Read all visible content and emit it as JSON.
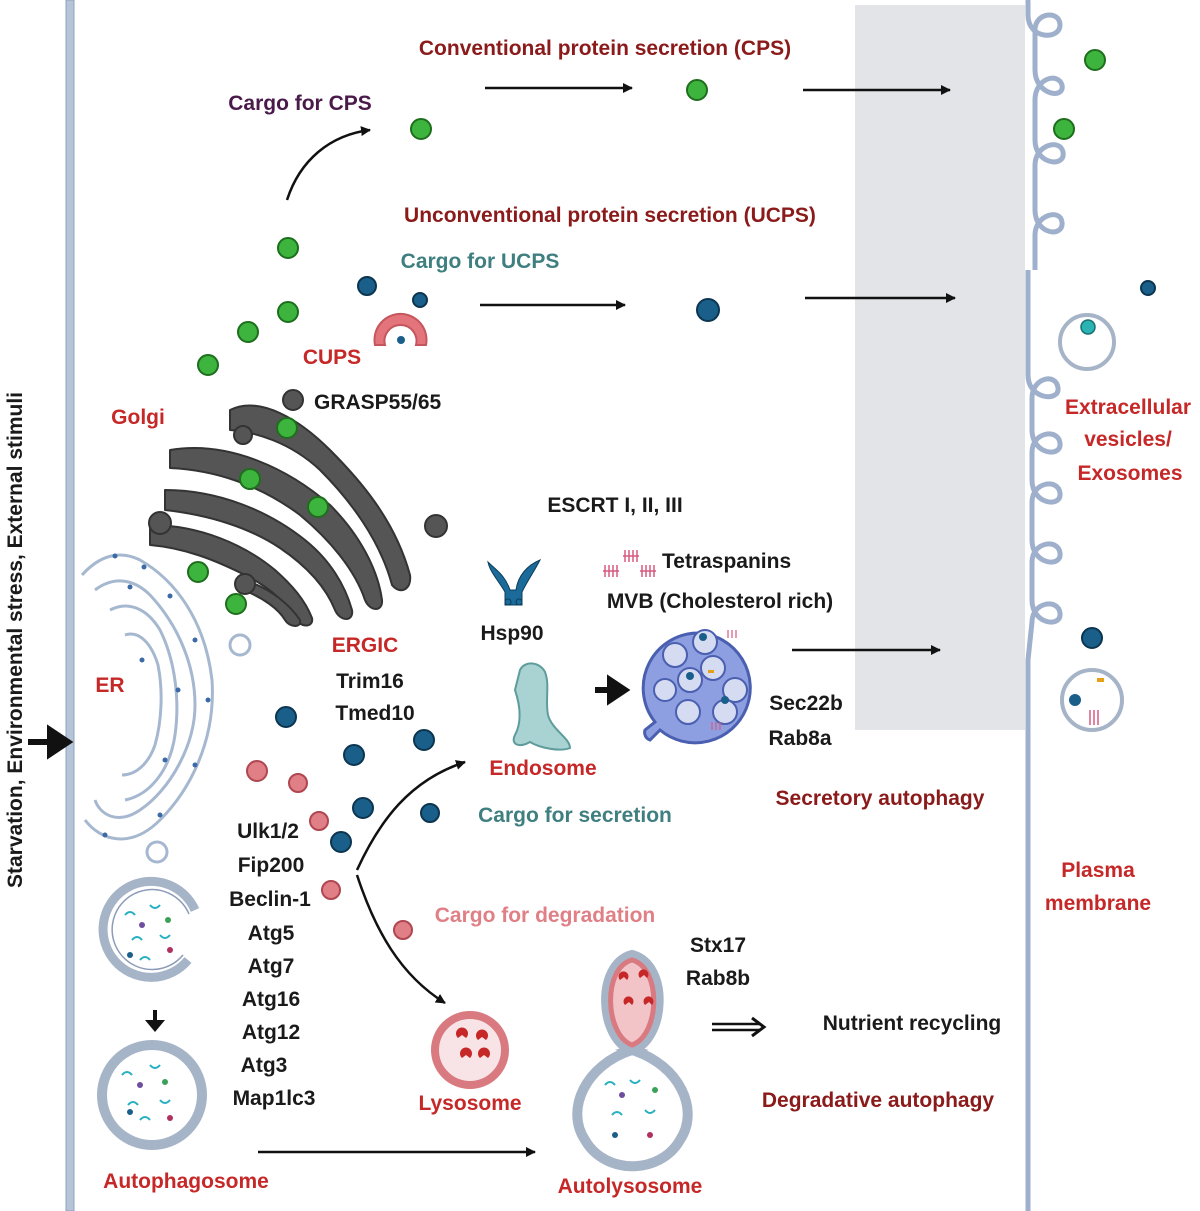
{
  "labels": {
    "side_text": "Starvation, Environmental stress, External stimuli",
    "cps_title": "Conventional protein secretion (CPS)",
    "cargo_cps": "Cargo for CPS",
    "ucps_title": "Unconventional protein secretion (UCPS)",
    "cargo_ucps": "Cargo for UCPS",
    "cups": "CUPS",
    "grasp": "GRASP55/65",
    "golgi": "Golgi",
    "escrt": "ESCRT I, II, III",
    "tetraspanins": "Tetraspanins",
    "mvb": "MVB (Cholesterol rich)",
    "hsp90": "Hsp90",
    "ergic": "ERGIC",
    "trim16": "Trim16",
    "tmed10": "Tmed10",
    "er": "ER",
    "sec22b": "Sec22b",
    "rab8a": "Rab8a",
    "endosome": "Endosome",
    "cargo_secretion": "Cargo for secretion",
    "secretory_autophagy": "Secretory autophagy",
    "ev1": "Extracellular",
    "ev2": "vesicles/",
    "ev3": "Exosomes",
    "pm1": "Plasma",
    "pm2": "membrane",
    "cargo_degradation": "Cargo for degradation",
    "stx17": "Stx17",
    "rab8b": "Rab8b",
    "nutrient": "Nutrient  recycling",
    "lysosome": "Lysosome",
    "degradative_autophagy": "Degradative autophagy",
    "autophagosome": "Autophagosome",
    "autolysosome": "Autolysosome",
    "atg_list": [
      "Ulk1/2",
      "Fip200",
      "Beclin-1",
      "Atg5",
      "Atg7",
      "Atg16",
      "Atg12",
      "Atg3",
      "Map1lc3"
    ]
  },
  "colors": {
    "cps_cargo": "#3db43d",
    "ucps_cargo": "#1a5f8a",
    "degradation_cargo": "#e07f86",
    "golgi": "#555555",
    "mvb": "#8d9fe0",
    "membrane": "#aab8d0",
    "extracellular_bg": "#e3e4e8"
  }
}
